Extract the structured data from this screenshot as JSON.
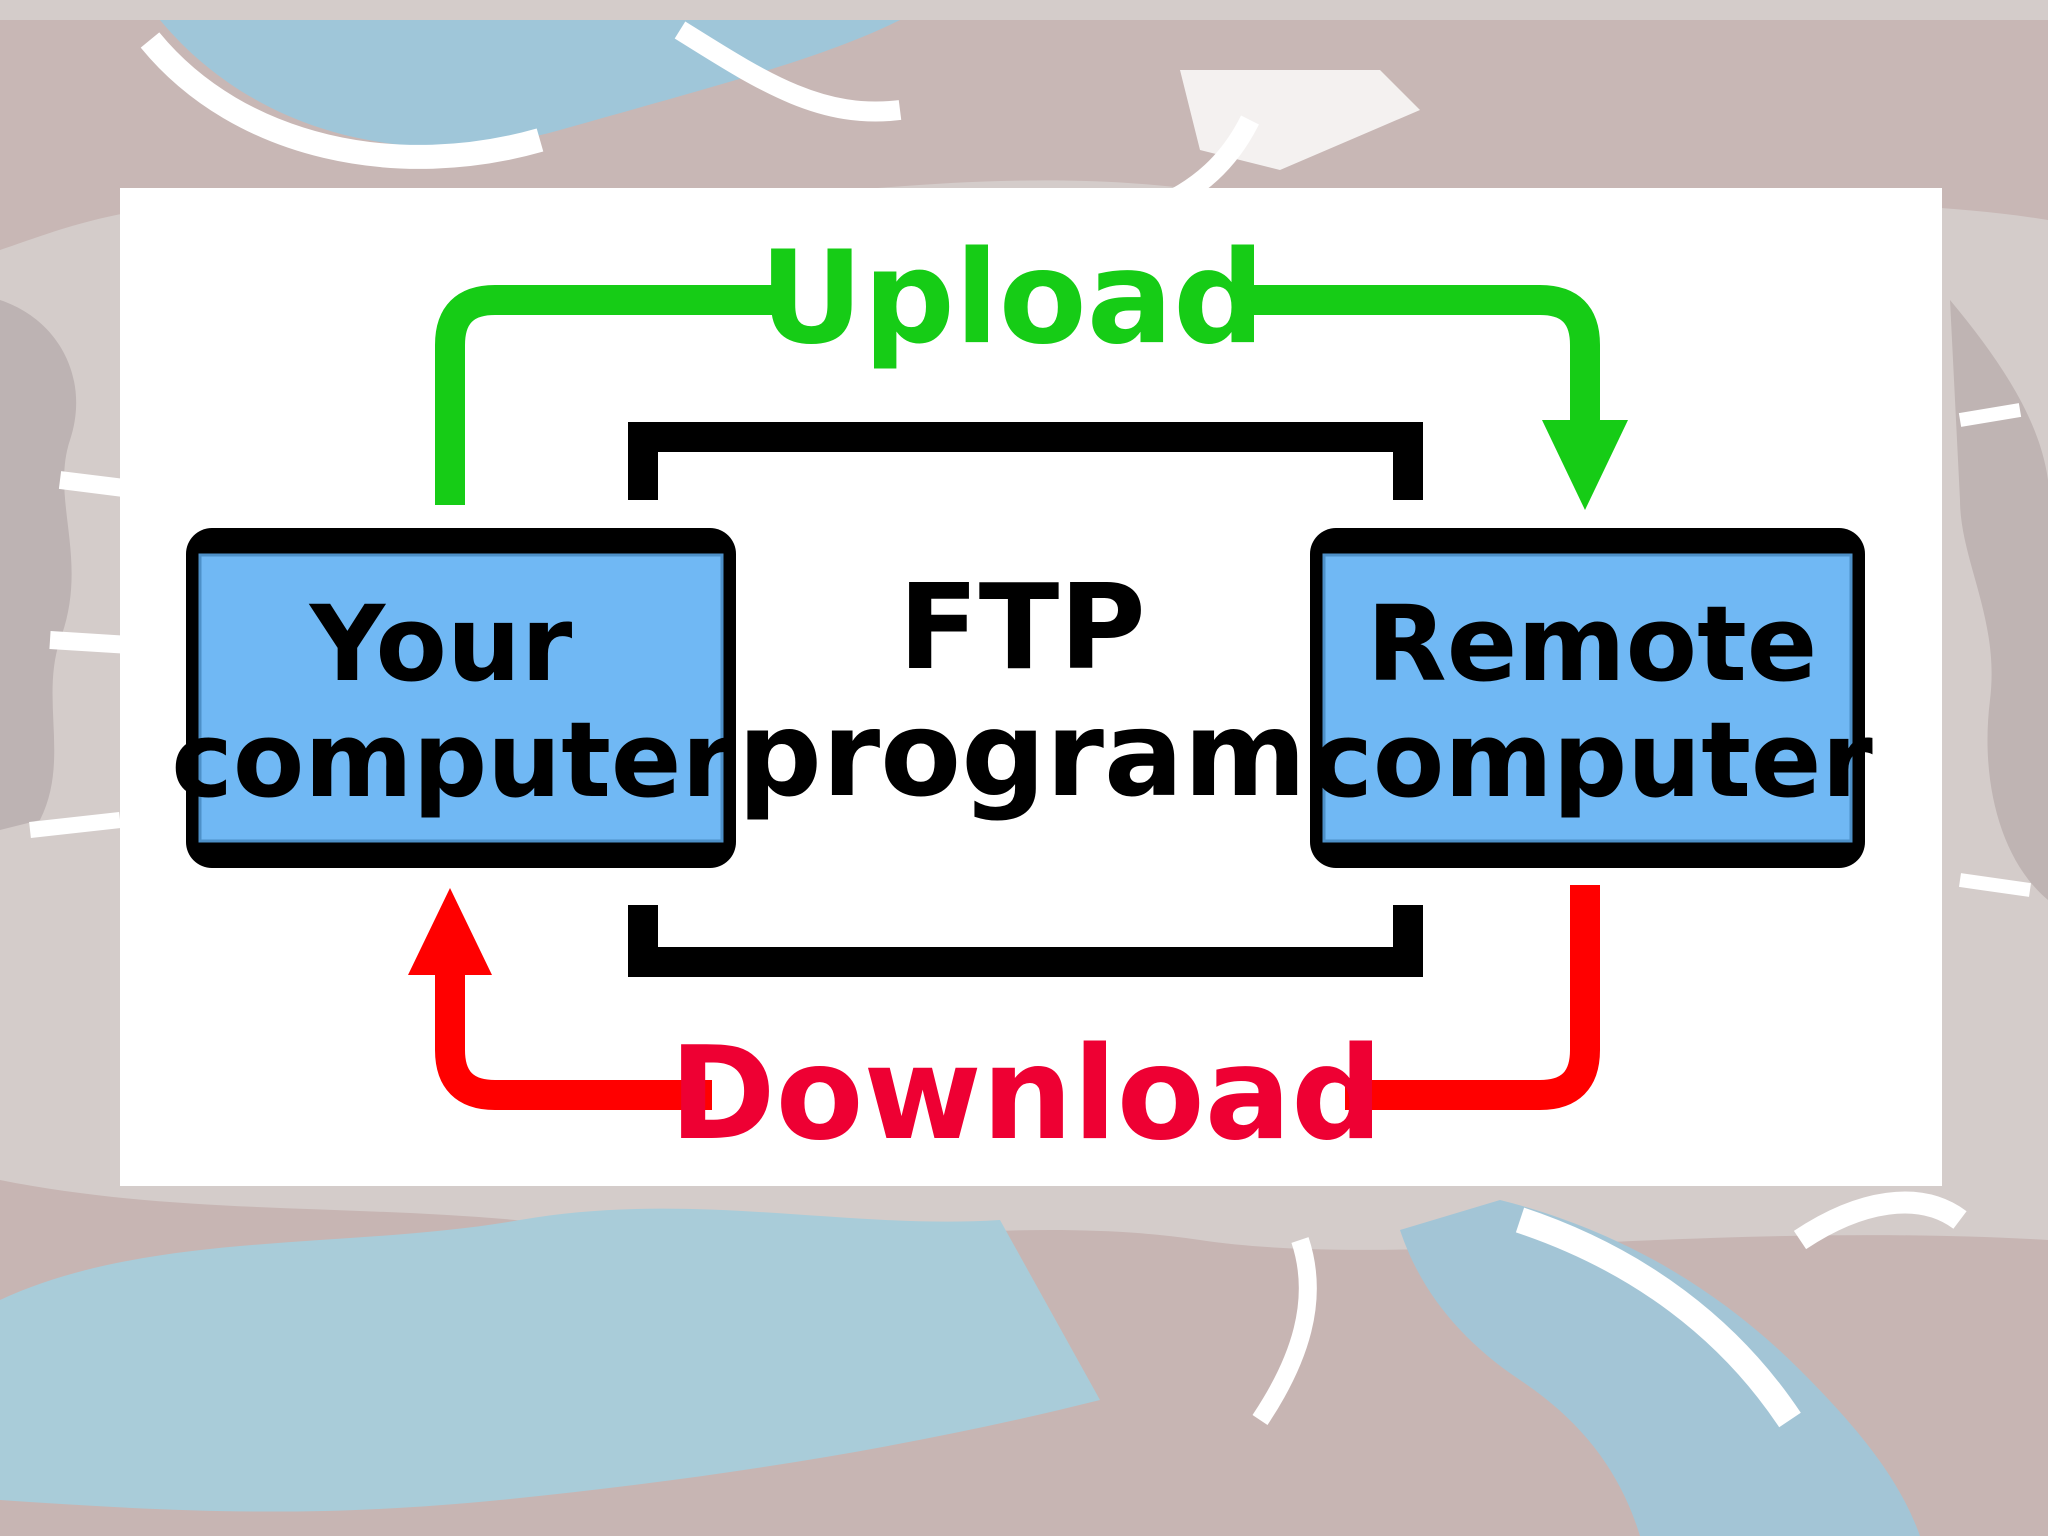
{
  "diagram": {
    "nodes": {
      "your_computer": {
        "line1": "Your",
        "line2": "computer"
      },
      "ftp_program": {
        "line1": "FTP",
        "line2": "program"
      },
      "remote_computer": {
        "line1": "Remote",
        "line2": "computer"
      }
    },
    "edges": {
      "upload": {
        "label": "Upload",
        "from": "your_computer",
        "to": "remote_computer"
      },
      "download": {
        "label": "Download",
        "from": "remote_computer",
        "to": "your_computer"
      }
    }
  },
  "colors": {
    "upload_green": "#16cc16",
    "download_red": "#ff0000",
    "download_text": "#ee0033",
    "node_fill": "#70b8f4",
    "node_border": "#000000",
    "background_blue": "#9ec6d8",
    "background_tan": "#c9b7b4"
  }
}
